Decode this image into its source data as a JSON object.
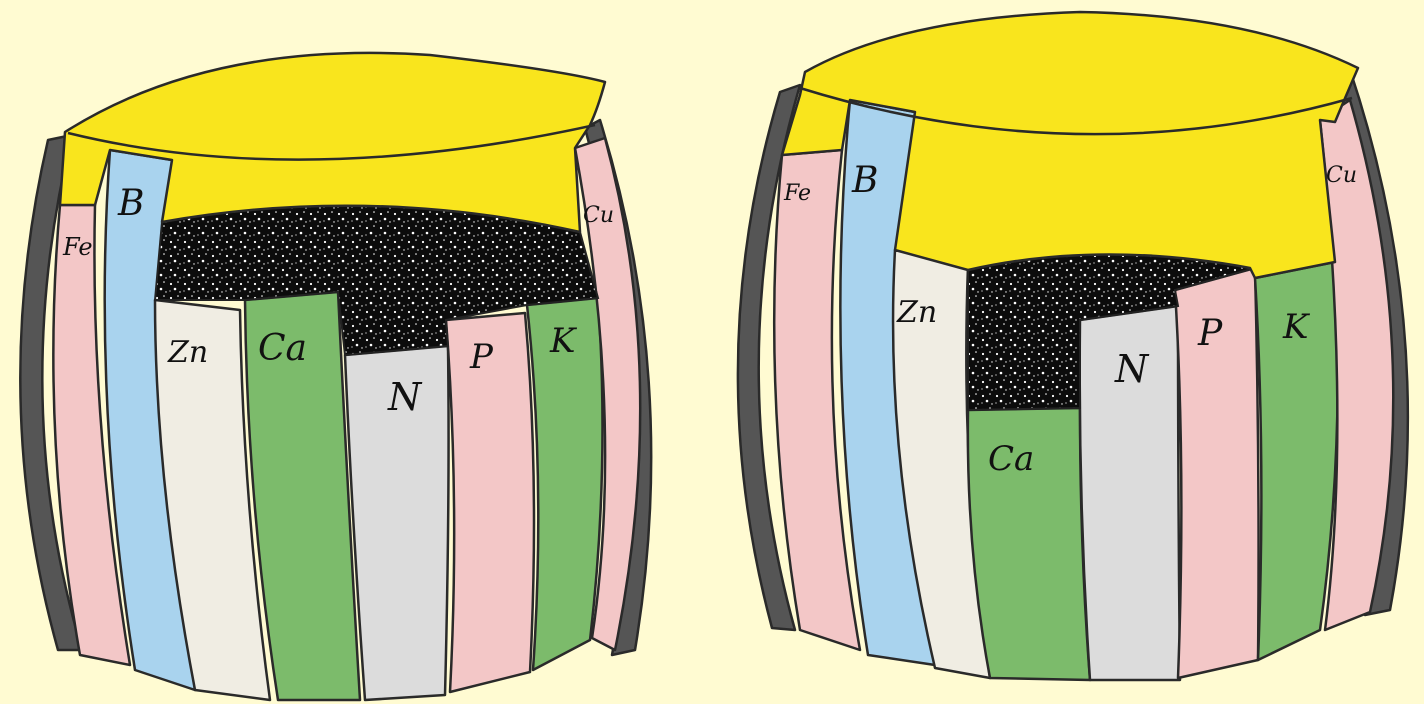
{
  "background_color": "#fffbd2",
  "colors": {
    "yellow": "#f9e51d",
    "blue": "#a9d3ee",
    "pink": "#f3c7c7",
    "white": "#f0ede3",
    "green": "#7cbb6b",
    "gray": "#dcdcdc",
    "black": "#0c0c0c",
    "outline": "#2a2a2a",
    "edge": "#555555"
  },
  "barrels": [
    {
      "staves": [
        {
          "label": "Fe",
          "color": "pink"
        },
        {
          "label": "B",
          "color": "blue"
        },
        {
          "label": "Zn",
          "color": "white"
        },
        {
          "label": "Ca",
          "color": "green"
        },
        {
          "label": "N",
          "color": "gray"
        },
        {
          "label": "P",
          "color": "pink"
        },
        {
          "label": "K",
          "color": "green"
        },
        {
          "label": "Cu",
          "color": "pink"
        }
      ]
    },
    {
      "staves": [
        {
          "label": "Fe",
          "color": "pink"
        },
        {
          "label": "B",
          "color": "blue"
        },
        {
          "label": "Zn",
          "color": "white"
        },
        {
          "label": "Ca",
          "color": "green"
        },
        {
          "label": "N",
          "color": "gray"
        },
        {
          "label": "P",
          "color": "pink"
        },
        {
          "label": "K",
          "color": "green"
        },
        {
          "label": "Cu",
          "color": "pink"
        }
      ]
    }
  ]
}
